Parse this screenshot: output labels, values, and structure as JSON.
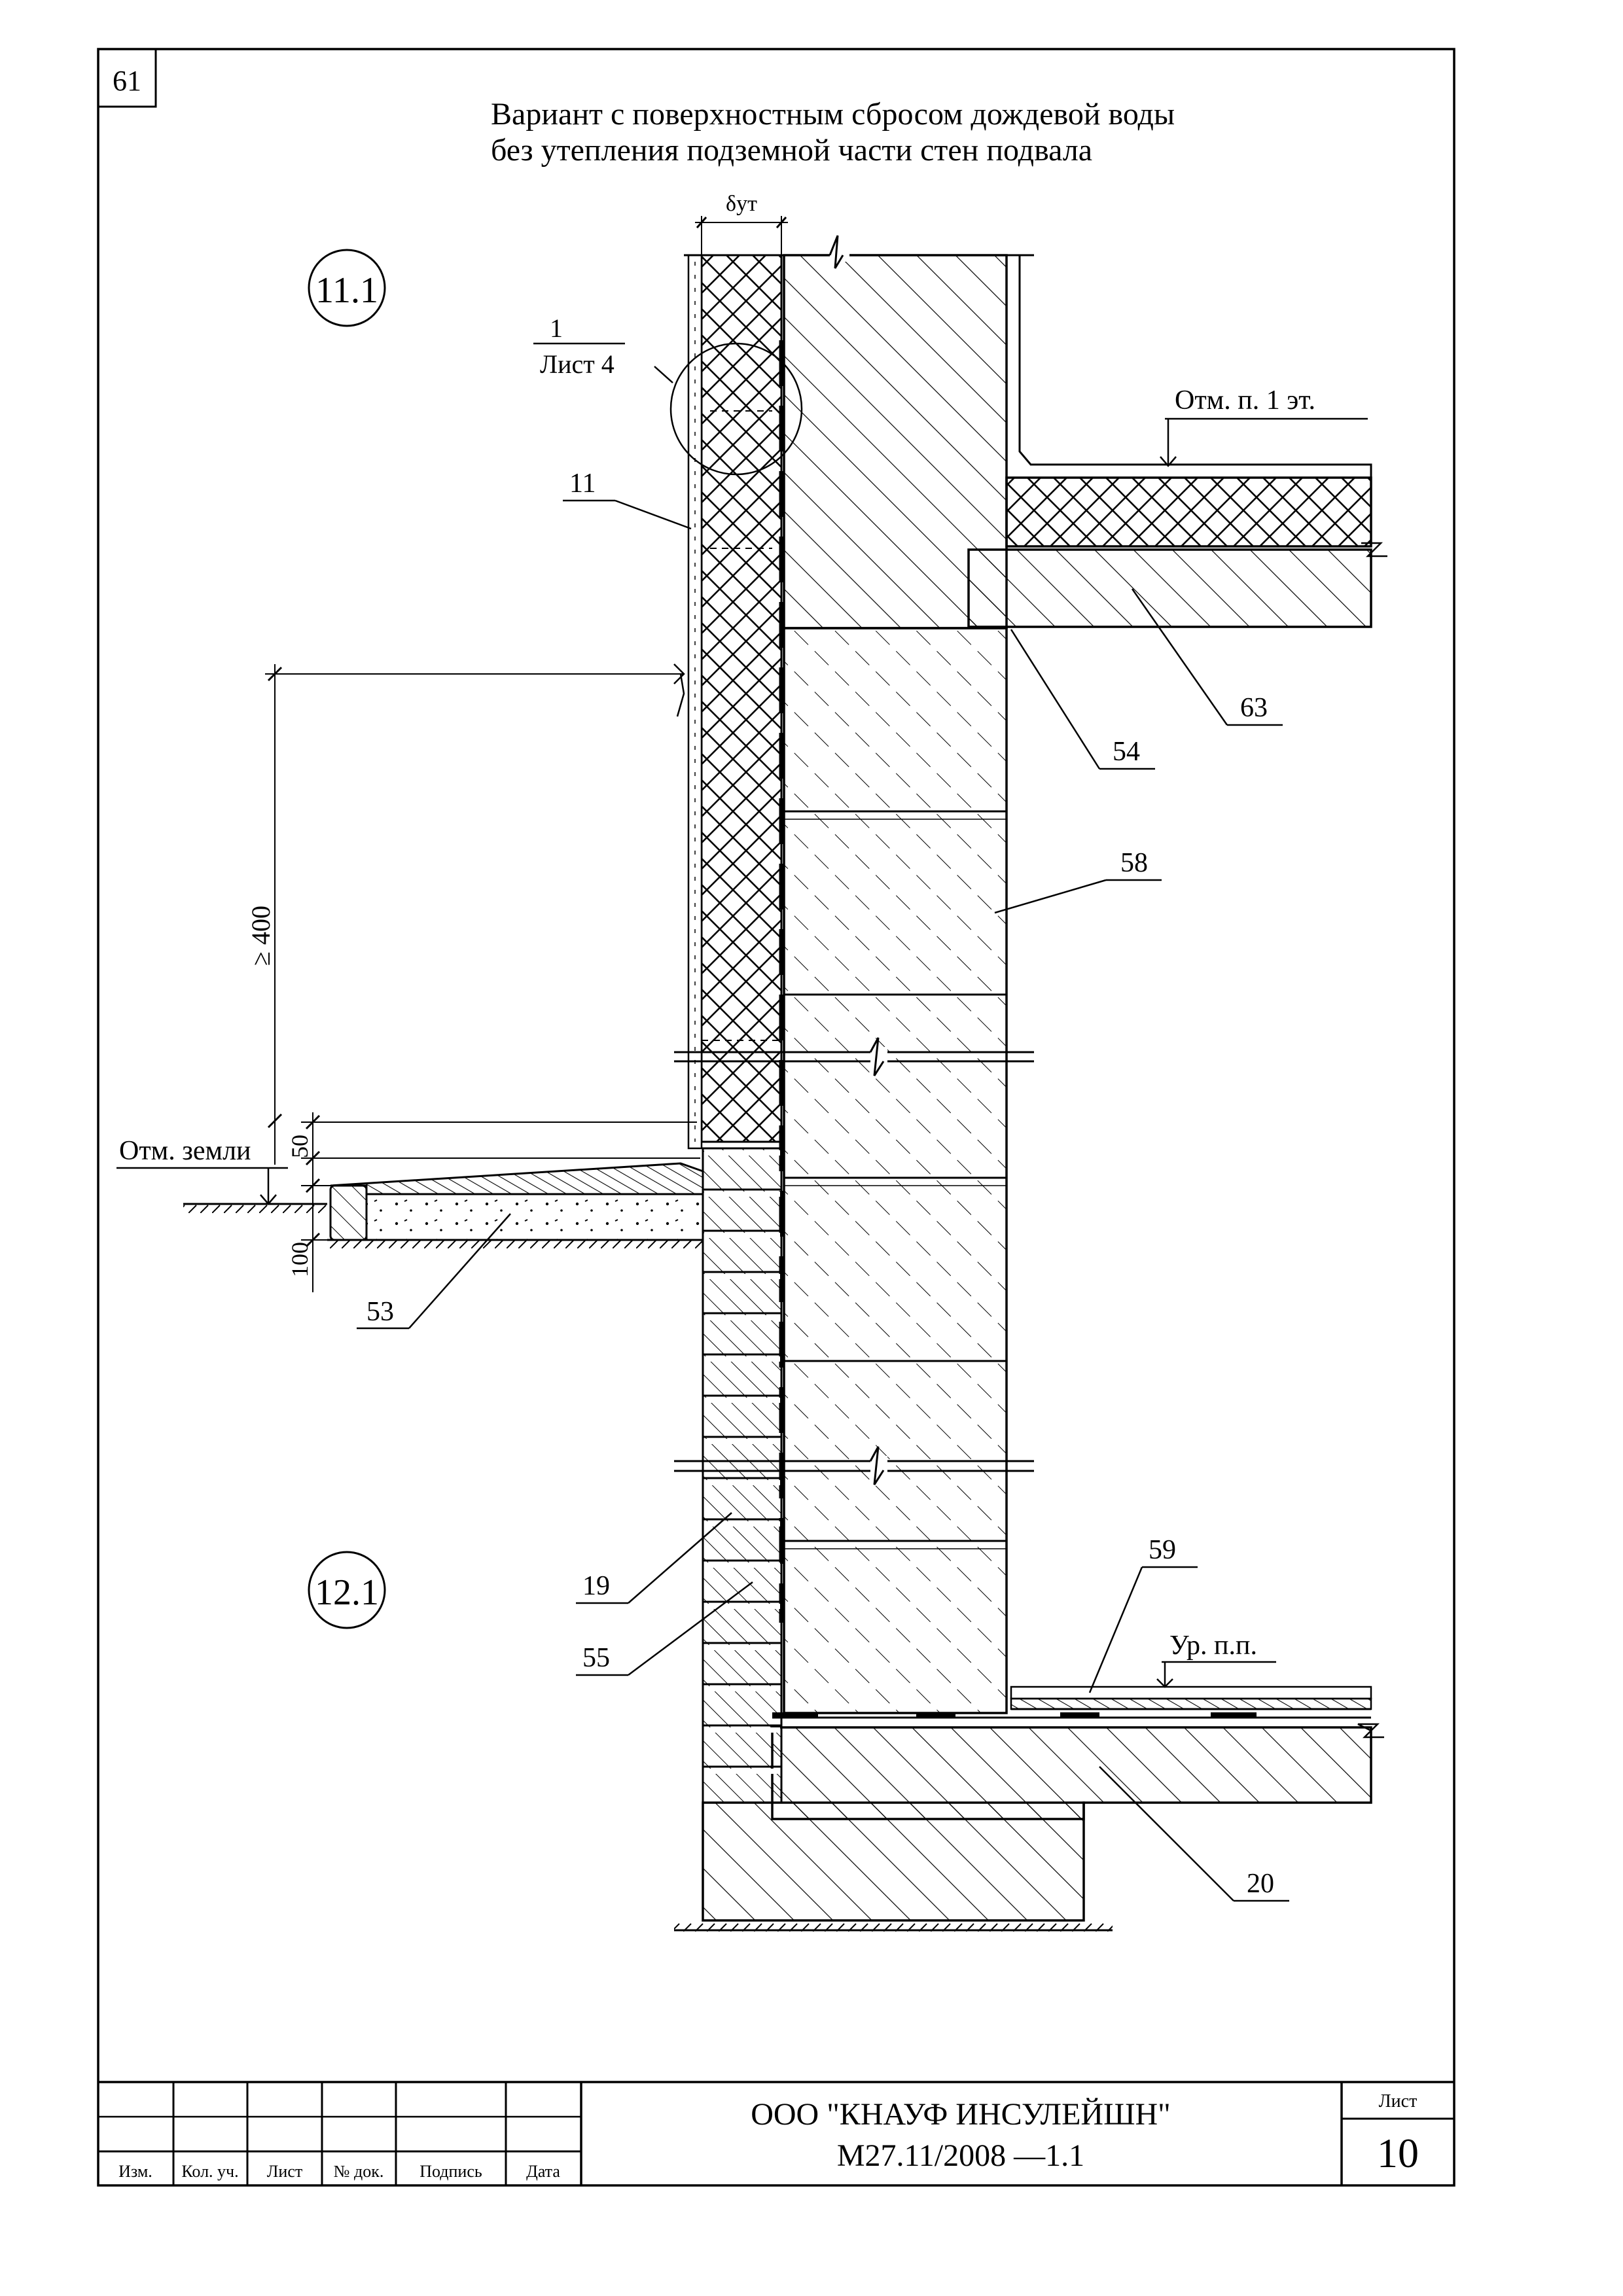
{
  "sheet": {
    "corner_number": "61",
    "title_line1": "Вариант с поверхностным сбросом дождевой воды",
    "title_line2": "без утепления подземной части стен подвала"
  },
  "drawing": {
    "callouts": {
      "upper": "11.1",
      "lower": "12.1"
    },
    "detail_ref": {
      "number": "1",
      "sheet": "Лист 4"
    },
    "insulation_thickness_label": "δут",
    "dimensions": {
      "min_height": "≥ 400",
      "gap": "50",
      "blind_area_thickness": "100"
    },
    "level_marks": {
      "ground": "Отм. земли",
      "first_floor": "Отм. п. 1 эт.",
      "basement_floor": "Ур. п.п."
    },
    "leaders": {
      "l11": "11",
      "l63": "63",
      "l54": "54",
      "l58": "58",
      "l53": "53",
      "l19": "19",
      "l55": "55",
      "l59": "59",
      "l20": "20"
    }
  },
  "title_block": {
    "company": "ООО \"КНАУФ ИНСУЛЕЙШН\"",
    "document_code": "М27.11/2008 —1.1",
    "sheet_label": "Лист",
    "sheet_number": "10",
    "columns": [
      "Изм.",
      "Кол. уч.",
      "Лист",
      "№ док.",
      "Подпись",
      "Дата"
    ]
  }
}
